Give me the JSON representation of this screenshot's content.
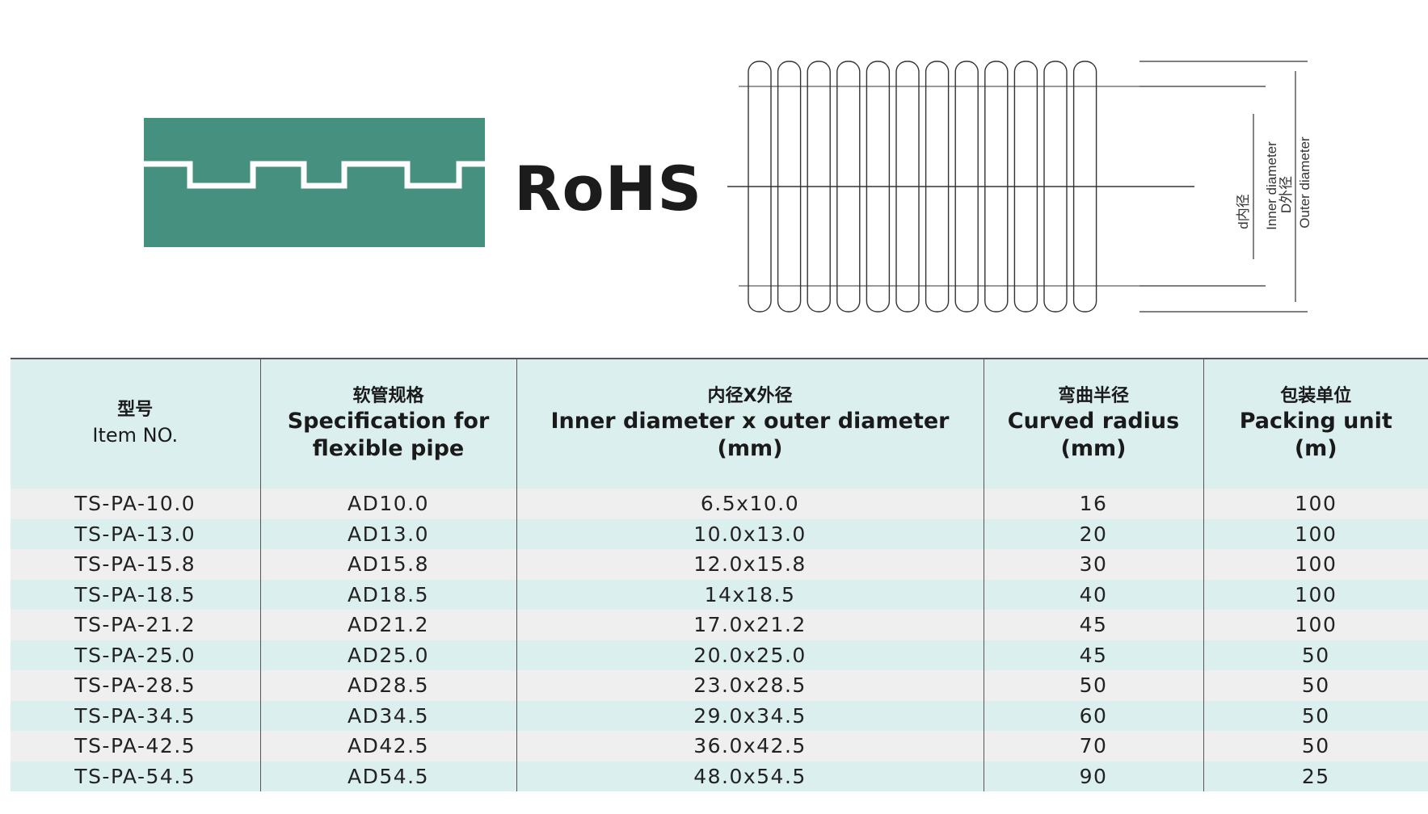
{
  "logo": {
    "text": "RoHS",
    "colors": {
      "profile_fill": "#45907e",
      "profile_line": "#ffffff",
      "text": "#1c1c1c"
    }
  },
  "diagram": {
    "icon": "corrugated-pipe-cross-section",
    "labels": {
      "inner_cn": "d内径",
      "inner_en": "Inner diameter",
      "outer_cn": "D外径",
      "outer_en": "Outer diameter"
    },
    "line_color": "#333333"
  },
  "table": {
    "header_bg": "#dcefef",
    "row_alt_bg": "#efefef",
    "headers": [
      {
        "cn": "型号",
        "en": [
          "Item NO."
        ]
      },
      {
        "cn": "软管规格",
        "en": [
          "Specification for",
          "flexible pipe"
        ]
      },
      {
        "cn": "内径X外径",
        "en": [
          "Inner diameter x outer diameter",
          "(mm)"
        ]
      },
      {
        "cn": "弯曲半径",
        "en": [
          "Curved radius",
          "(mm)"
        ]
      },
      {
        "cn": "包装单位",
        "en": [
          "Packing unit",
          "(m)"
        ]
      }
    ],
    "rows": [
      [
        "TS-PA-10.0",
        "AD10.0",
        "6.5x10.0",
        "16",
        "100"
      ],
      [
        "TS-PA-13.0",
        "AD13.0",
        "10.0x13.0",
        "20",
        "100"
      ],
      [
        "TS-PA-15.8",
        "AD15.8",
        "12.0x15.8",
        "30",
        "100"
      ],
      [
        "TS-PA-18.5",
        "AD18.5",
        "14x18.5",
        "40",
        "100"
      ],
      [
        "TS-PA-21.2",
        "AD21.2",
        "17.0x21.2",
        "45",
        "100"
      ],
      [
        "TS-PA-25.0",
        "AD25.0",
        "20.0x25.0",
        "45",
        "50"
      ],
      [
        "TS-PA-28.5",
        "AD28.5",
        "23.0x28.5",
        "50",
        "50"
      ],
      [
        "TS-PA-34.5",
        "AD34.5",
        "29.0x34.5",
        "60",
        "50"
      ],
      [
        "TS-PA-42.5",
        "AD42.5",
        "36.0x42.5",
        "70",
        "50"
      ],
      [
        "TS-PA-54.5",
        "AD54.5",
        "48.0x54.5",
        "90",
        "25"
      ]
    ]
  }
}
